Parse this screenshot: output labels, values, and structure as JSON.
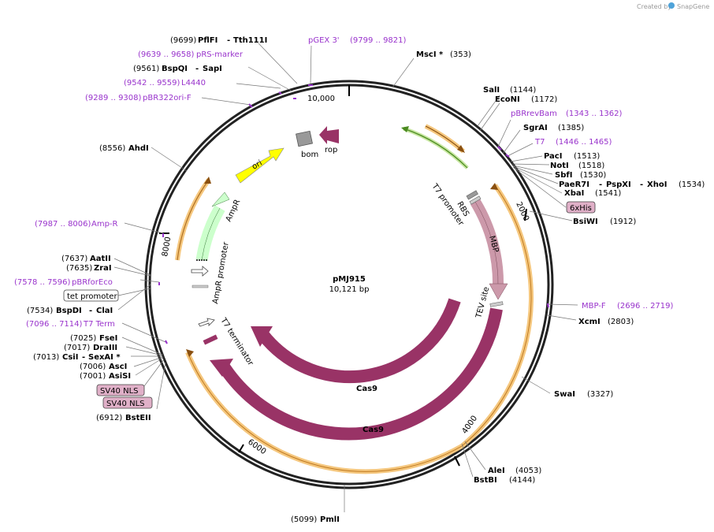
{
  "credit": {
    "prefix": "Created by",
    "brand": "SnapGene"
  },
  "plasmid": {
    "name": "pMJ915",
    "length": "10,121 bp"
  },
  "ticks": {
    "t10000": "10,000",
    "t2000": "2000",
    "t4000": "4000",
    "t6000": "6000",
    "t8000": "8000"
  },
  "features": {
    "ori": "ori",
    "bom": "bom",
    "rop": "rop",
    "ampr": "AmpR",
    "ampr_promoter": "AmpR promoter",
    "t7_promoter": "T7 promoter",
    "rbs": "RBS",
    "mbp": "MBP",
    "tev": "TEV site",
    "cas9_outer": "Cas9",
    "cas9_inner": "Cas9",
    "t7_terminator": "T7 terminator"
  },
  "sites": [
    {
      "pos": "(9699)",
      "name": "PflFI",
      "sep": "-",
      "name2": "Tth111I"
    },
    {
      "pos": "(9561)",
      "name": "BspQI",
      "sep": "-",
      "name2": "SapI"
    },
    {
      "pos": "(8556)",
      "name": "AhdI"
    },
    {
      "pos": "(7637)",
      "name": "AatII"
    },
    {
      "pos": "(7635)",
      "name": "ZraI"
    },
    {
      "pos": "(7534)",
      "name": "BspDI",
      "sep": "-",
      "name2": "ClaI"
    },
    {
      "pos": "(7025)",
      "name": "FseI"
    },
    {
      "pos": "(7017)",
      "name": "DraIII"
    },
    {
      "pos": "(7013)",
      "name": "CsiI",
      "sep": "-",
      "name2": "SexAI *"
    },
    {
      "pos": "(7006)",
      "name": "AscI"
    },
    {
      "pos": "(7001)",
      "name": "AsiSI"
    },
    {
      "pos": "(6912)",
      "name": "BstEII"
    },
    {
      "pos": "(5099)",
      "name": "PmlI"
    },
    {
      "name": "AleI",
      "pos": "(4053)"
    },
    {
      "name": "BstBI",
      "pos": "(4144)"
    },
    {
      "name": "SwaI",
      "pos": "(3327)"
    },
    {
      "name": "XcmI",
      "pos": "(2803)"
    },
    {
      "name": "BsiWI",
      "pos": "(1912)"
    },
    {
      "name": "XbaI",
      "pos": "(1541)"
    },
    {
      "name": "PaeR7I",
      "sep": "-",
      "name2": "PspXI",
      "sep2": "-",
      "name3": "XhoI",
      "pos": "(1534)"
    },
    {
      "name": "SbfI",
      "pos": "(1530)"
    },
    {
      "name": "NotI",
      "pos": "(1518)"
    },
    {
      "name": "PacI",
      "pos": "(1513)"
    },
    {
      "name": "SgrAI",
      "pos": "(1385)"
    },
    {
      "name": "EcoNI",
      "pos": "(1172)"
    },
    {
      "name": "SalI",
      "pos": "(1144)"
    },
    {
      "name": "MscI *",
      "pos": "(353)"
    }
  ],
  "primers": [
    {
      "name": "pGEX 3'",
      "range": "(9799 .. 9821)"
    },
    {
      "range": "(9639 .. 9658)",
      "name": "pRS-marker"
    },
    {
      "range": "(9542 .. 9559)",
      "name": "L4440"
    },
    {
      "range": "(9289 .. 9308)",
      "name": "pBR322ori-F"
    },
    {
      "range": "(7987 .. 8006)",
      "name": "Amp-R"
    },
    {
      "range": "(7578 .. 7596)",
      "name": "pBRforEco"
    },
    {
      "range": "(7096 .. 7114)",
      "name": "T7 Term"
    },
    {
      "name": "pBRrevBam",
      "range": "(1343 .. 1362)"
    },
    {
      "name": "T7",
      "range": "(1446 .. 1465)"
    },
    {
      "name": "MBP-F",
      "range": "(2696 .. 2719)"
    }
  ],
  "boxed": {
    "his": "6xHis",
    "tet": "tet promoter",
    "sv1": "SV40 NLS",
    "sv2": "SV40 NLS"
  },
  "colors": {
    "primer": "#9933cc",
    "cas9": "#993366",
    "mbp": "#cc99aa",
    "ori": "#ffff00",
    "ampr": "#ccffcc",
    "rop": "#993366",
    "bom": "#999999",
    "orange": "#f5c77e",
    "green": "#66aa33",
    "nls": "#e0b0c8"
  }
}
